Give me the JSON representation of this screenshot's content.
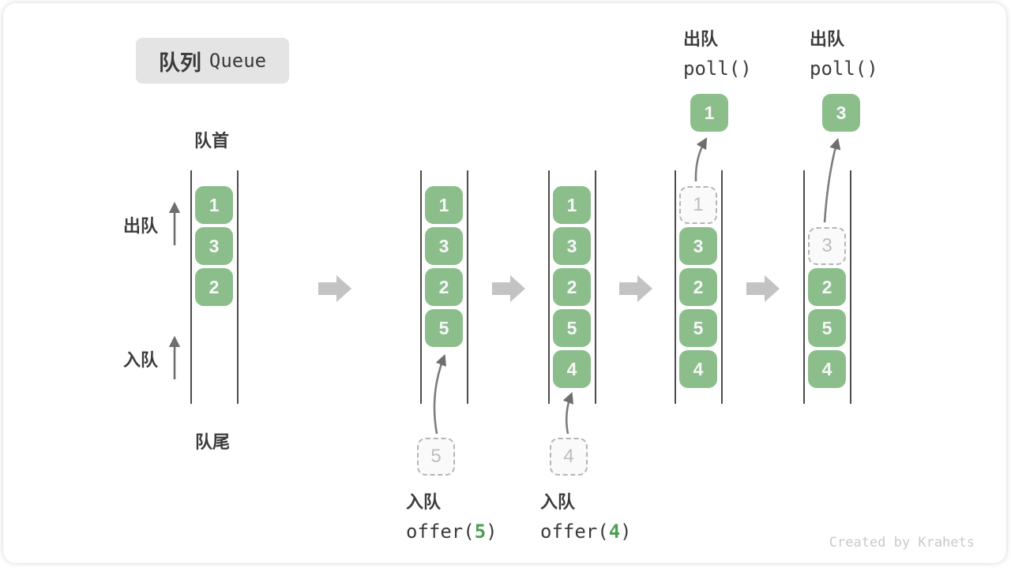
{
  "title": {
    "zh": "队列",
    "en": "Queue"
  },
  "labels": {
    "front": "队首",
    "rear": "队尾",
    "dequeue_side": "出队",
    "enqueue_side": "入队"
  },
  "colors": {
    "cell_green": "#8cbe8c",
    "code_arg_green": "#4e9e52",
    "ghost_gray": "#b5b5b5",
    "block_arrow_gray": "#c3c3c3",
    "text_dark": "#3b3b3b"
  },
  "queues": {
    "q1": {
      "values": [
        "1",
        "3",
        "2"
      ]
    },
    "q2": {
      "values": [
        "1",
        "3",
        "2",
        "5"
      ],
      "incoming": "5"
    },
    "q3": {
      "values": [
        "1",
        "3",
        "2",
        "5",
        "4"
      ],
      "incoming": "4"
    },
    "q4": {
      "removed": "1",
      "values": [
        "3",
        "2",
        "5",
        "4"
      ],
      "popped": "1",
      "op": {
        "label": "出队",
        "code": "poll()"
      }
    },
    "q5": {
      "removed": "3",
      "values": [
        "2",
        "5",
        "4"
      ],
      "popped": "3",
      "op": {
        "label": "出队",
        "code": "poll()"
      }
    }
  },
  "enqueue_ops": [
    {
      "label": "入队",
      "fn": "offer(",
      "arg": "5",
      "close": ")"
    },
    {
      "label": "入队",
      "fn": "offer(",
      "arg": "4",
      "close": ")"
    }
  ],
  "watermark": "Created by Krahets"
}
